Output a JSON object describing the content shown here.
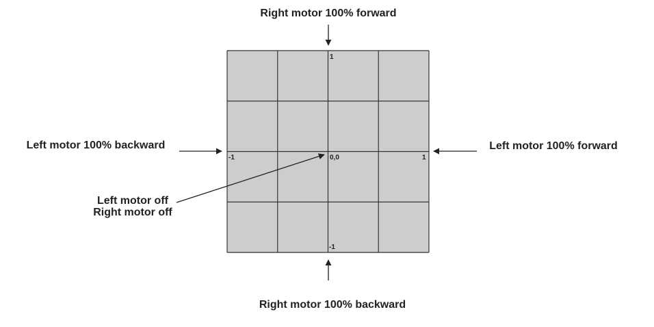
{
  "labels": {
    "top": "Right motor 100% forward",
    "bottom": "Right motor 100% backward",
    "left": "Left motor 100% backward",
    "right": "Left motor 100% forward",
    "center_line1": "Left motor off",
    "center_line2": "Right motor off"
  },
  "ticks": {
    "y_max": "1",
    "y_min": "-1",
    "x_min": "-1",
    "x_max": "1",
    "origin": "0,0"
  },
  "grid": {
    "rows": 4,
    "cols": 4,
    "fill_color": "#cdcdcd",
    "line_color": "#333333"
  }
}
